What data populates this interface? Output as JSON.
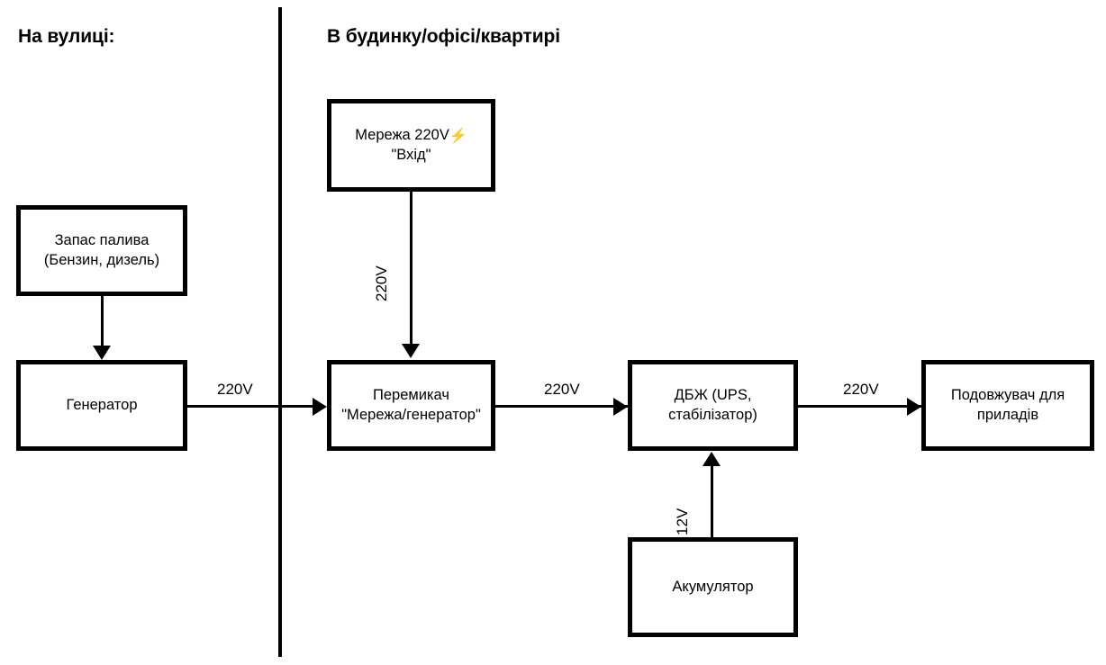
{
  "headers": {
    "outside": "На вулиці:",
    "inside": "В будинку/офісі/квартирі"
  },
  "nodes": {
    "fuel": {
      "line1": "Запас палива",
      "line2": "(Бензин, дизель)"
    },
    "generator": {
      "line1": "Генератор"
    },
    "grid": {
      "line1": "Мережа 220V",
      "bolt": "⚡",
      "line2": "\"Вхід\""
    },
    "switch": {
      "line1": "Перемикач",
      "line2": "\"Мережа/генератор\""
    },
    "ups": {
      "line1": "ДБЖ (UPS,",
      "line2": "стабілізатор)"
    },
    "extension": {
      "line1": "Подовжувач для",
      "line2": "приладів"
    },
    "battery": {
      "line1": "Акумулятор"
    }
  },
  "edges": {
    "grid_to_switch": "220V",
    "generator_to_switch": "220V",
    "switch_to_ups": "220V",
    "ups_to_extension": "220V",
    "battery_to_ups": "12V"
  },
  "colors": {
    "stroke": "#000000",
    "background": "#ffffff",
    "bolt": "#f2b50a"
  }
}
